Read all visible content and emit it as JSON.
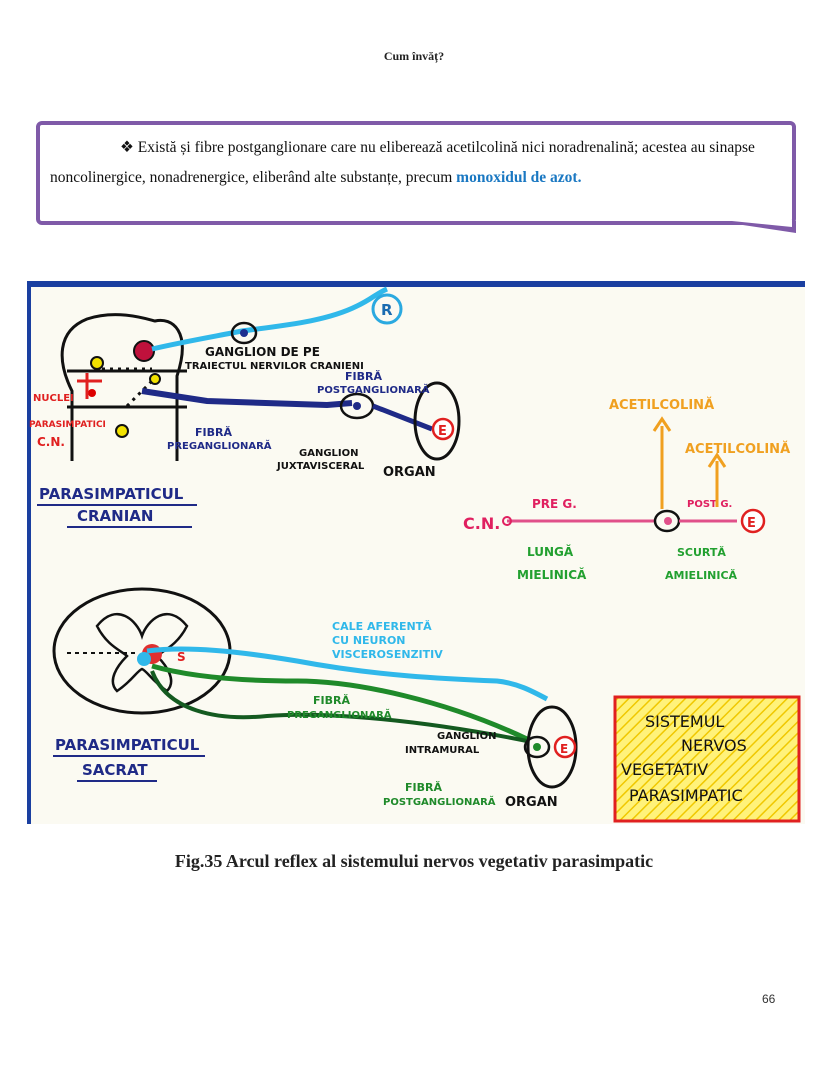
{
  "header": {
    "title": "Cum învăț?"
  },
  "note": {
    "bullet": "❖",
    "text_before": "Există și fibre postganglionare care nu eliberează acetilcolină nici noradrenalină; acestea au sinapse noncolinergice, nonadrenergice, eliberând alte substanțe, precum ",
    "highlight": "monoxidul de azot."
  },
  "figure": {
    "ganglion_cranial": "GANGLION DE PE",
    "ganglion_cranial_2": "TRAIECTUL NERVILOR CRANIENI",
    "nuclei": "NUCLEI",
    "parasimpatici": "PARASIMPATICI",
    "cn_left": "C.N.",
    "fibra_post_1": "FIBRĂ",
    "fibra_post_2": "POSTGANGLIONARĂ",
    "fibra_pre_1": "FIBRĂ",
    "fibra_pre_2": "PREGANGLIONARĂ",
    "ganglion_juxta_1": "GANGLION",
    "ganglion_juxta_2": "JUXTAVISCERAL",
    "organ_top": "ORGAN",
    "e_label": "E",
    "r_label": "R",
    "parasimpaticul_cranian_1": "PARASIMPATICUL",
    "parasimpaticul_cranian_2": "CRANIAN",
    "acetilcolina_1": "ACETILCOLINĂ",
    "acetilcolina_2": "ACETILCOLINĂ",
    "cn_right": "C.N.",
    "pre_g": "PRE G.",
    "post_g": "POST G.",
    "lunga_1": "LUNGĂ",
    "lunga_2": "MIELINICĂ",
    "scurta_1": "SCURTĂ",
    "scurta_2": "AMIELINICĂ",
    "cale_1": "CALE AFERENTĂ",
    "cale_2": "CU NEURON",
    "cale_3": "VISCEROSENZITIV",
    "fibra_pre_s1": "FIBRĂ",
    "fibra_pre_s2": "PREGANGLIONARĂ",
    "ganglion_intra_1": "GANGLION",
    "ganglion_intra_2": "INTRAMURAL",
    "fibra_post_s1": "FIBRĂ",
    "fibra_post_s2": "POSTGANGLIONARĂ",
    "organ_bottom": "ORGAN",
    "parasimpaticul_sacrat_1": "PARASIMPATICUL",
    "parasimpaticul_sacrat_2": "SACRAT",
    "sistemul_1": "SISTEMUL",
    "sistemul_2": "NERVOS",
    "sistemul_3": "VEGETATIV",
    "sistemul_4": "PARASIMPATIC"
  },
  "caption": "Fig.35  Arcul reflex al sistemului nervos vegetativ parasimpatic",
  "page_number": "66"
}
